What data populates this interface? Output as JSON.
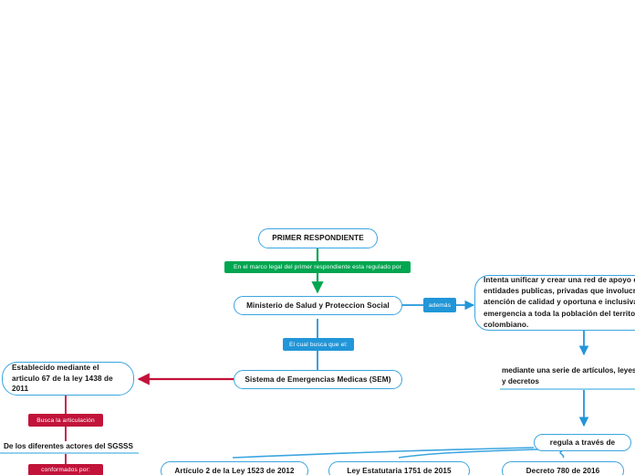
{
  "diagram": {
    "type": "mindmap",
    "title_node": "PRIMER RESPONDIENTE",
    "nodes": [
      {
        "id": "primer-respondiente",
        "label": "PRIMER RESPONDIENTE",
        "style": "rounded-outline-blue"
      },
      {
        "id": "ministerio",
        "label": "Ministerio de Salud y Proteccion Social",
        "style": "rounded-outline-blue"
      },
      {
        "id": "proposito",
        "label": "Intenta unificar y crear una red de apoyo con entidades publicas, privadas que involucre la atención de calidad y oportuna e inclusiva en emergencia a toda la población del territorio colombiano.",
        "style": "rounded-outline-blue"
      },
      {
        "id": "sem",
        "label": "Sistema de Emergencias Medicas (SEM)",
        "style": "rounded-outline-blue"
      },
      {
        "id": "establecido",
        "label": "Establecido mediante el articulo 67 de la ley 1438 de 2011",
        "style": "rounded-outline-blue"
      },
      {
        "id": "actores-sgsss",
        "label": "De los diferentes actores del SGSSS",
        "style": "plain-text"
      },
      {
        "id": "mediante-serie",
        "label": "mediante una serie de artículos, leyes y decretos",
        "style": "plain-text"
      },
      {
        "id": "regula",
        "label": "regula a través de",
        "style": "rounded-outline-blue"
      },
      {
        "id": "articulo-2-ley-1523",
        "label": "Artículo 2 de la Ley 1523 de 2012",
        "style": "rounded-outline-blue"
      },
      {
        "id": "ley-estatutaria-1751",
        "label": "Ley Estatutaria 1751 de 2015",
        "style": "rounded-outline-blue"
      },
      {
        "id": "decreto-780",
        "label": "Decreto 780 de 2016",
        "style": "rounded-outline-blue"
      }
    ],
    "edge_labels": [
      {
        "id": "marco-legal",
        "label": "En el marco legal del primer respondiente esta regulado por",
        "color": "green"
      },
      {
        "id": "ademas",
        "label": "además",
        "color": "blue"
      },
      {
        "id": "el-cual-busca",
        "label": "El cual busca que el:",
        "color": "blue"
      },
      {
        "id": "busca-articulacion",
        "label": "Busca la articulación",
        "color": "red"
      },
      {
        "id": "conformados-por",
        "label": "conformados por:",
        "color": "red"
      }
    ],
    "colors": {
      "node_border": "#3ca5e0",
      "green_label": "#00a650",
      "blue_label": "#2196d8",
      "red_label": "#c2133a",
      "green_connector": "#00a650",
      "blue_connector": "#2196d8",
      "red_connector": "#c2133a",
      "text": "#141414",
      "background": "#ffffff"
    }
  }
}
